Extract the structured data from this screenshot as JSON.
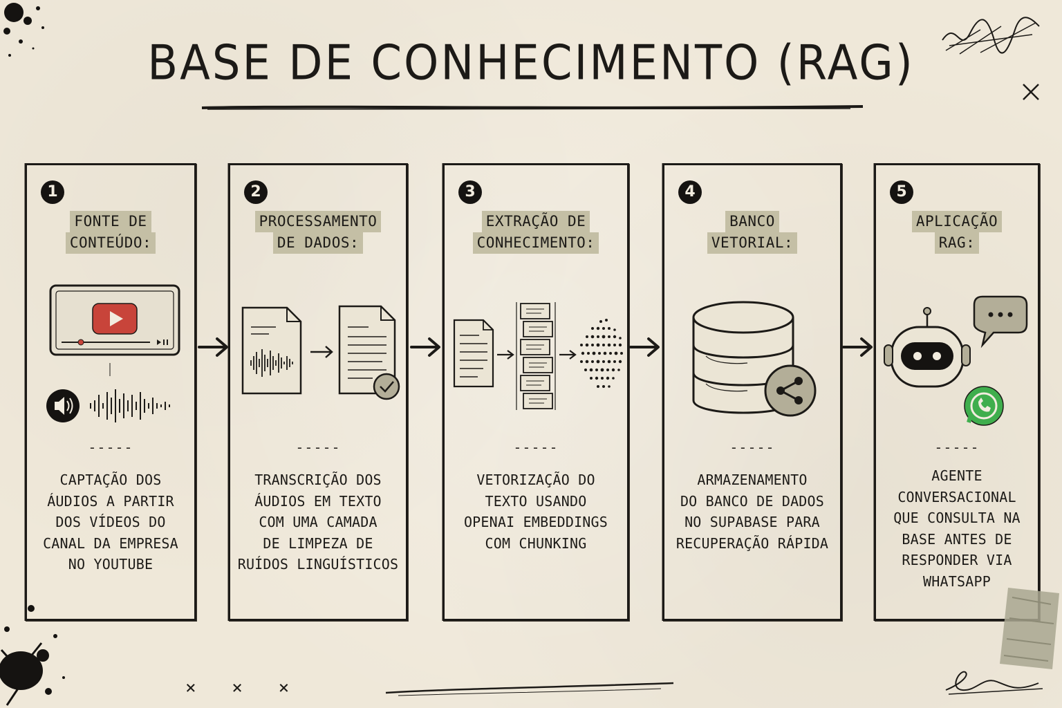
{
  "title": "BASE DE CONHECIMENTO (RAG)",
  "separator": "-----",
  "footer_marks": "× × ×",
  "steps": [
    {
      "number": "1",
      "heading_1": "FONTE DE",
      "heading_2": "CONTEÚDO:",
      "desc": [
        "CAPTAÇÃO DOS",
        "ÁUDIOS A PARTIR",
        "DOS VÍDEOS DO",
        "CANAL DA EMPRESA",
        "NO YOUTUBE"
      ]
    },
    {
      "number": "2",
      "heading_1": "PROCESSAMENTO",
      "heading_2": "DE DADOS:",
      "desc": [
        "TRANSCRIÇÃO DOS",
        "ÁUDIOS EM TEXTO",
        "COM UMA CAMADA",
        "DE LIMPEZA DE",
        "RUÍDOS LINGUÍSTICOS"
      ]
    },
    {
      "number": "3",
      "heading_1": "EXTRAÇÃO DE",
      "heading_2": "CONHECIMENTO:",
      "desc": [
        "VETORIZAÇÃO DO",
        "TEXTO USANDO",
        "OPENAI EMBEDDINGS",
        "COM CHUNKING"
      ]
    },
    {
      "number": "4",
      "heading_1": "BANCO",
      "heading_2": "VETORIAL:",
      "desc": [
        "ARMAZENAMENTO",
        "DO BANCO DE DADOS",
        "NO SUPABASE PARA",
        "RECUPERAÇÃO RÁPIDA"
      ]
    },
    {
      "number": "5",
      "heading_1": "APLICAÇÃO",
      "heading_2": "RAG:",
      "desc": [
        "AGENTE",
        "CONVERSACIONAL",
        "QUE CONSULTA NA",
        "BASE ANTES DE",
        "RESPONDER VIA",
        "WHATSAPP"
      ]
    }
  ],
  "colors": {
    "ink": "#1c1a17",
    "paper": "#efe8d9",
    "highlight": "#c4bfa5",
    "youtube_red": "#c8443a",
    "whatsapp_green": "#3fae4d",
    "badge_gray": "#b3ae98"
  }
}
